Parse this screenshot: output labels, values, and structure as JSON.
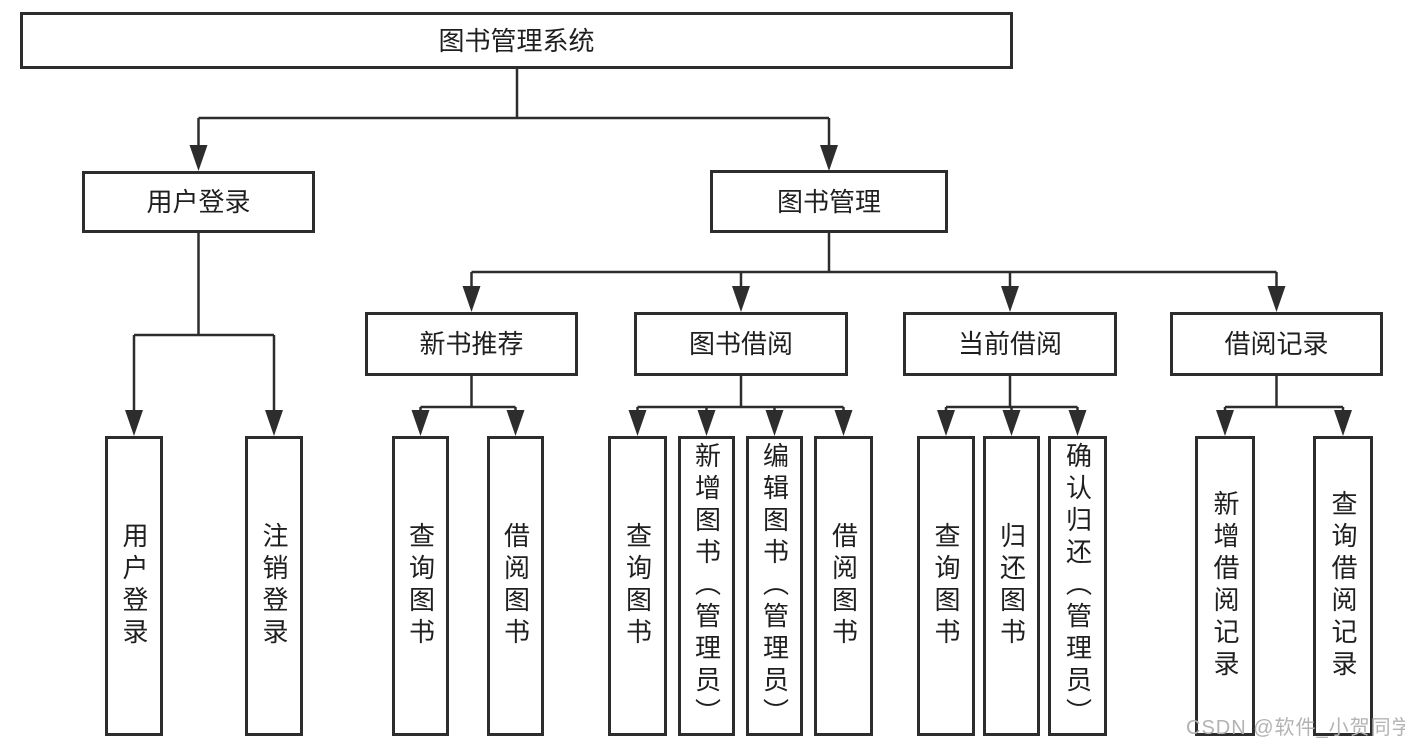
{
  "diagram_title": "图书管理系统",
  "nodes": {
    "root": "图书管理系统",
    "user_login": "用户登录",
    "book_mgmt": "图书管理",
    "new_book_rec": "新书推荐",
    "book_borrow": "图书借阅",
    "current_borrow": "当前借阅",
    "borrow_records": "借阅记录",
    "leaf_user_login": "用户登录",
    "leaf_logout": "注销登录",
    "leaf_nbr_query": "查询图书",
    "leaf_nbr_borrow": "借阅图书",
    "leaf_bb_query": "查询图书",
    "leaf_bb_add": "新增图书（管理员）",
    "leaf_bb_edit": "编辑图书（管理员）",
    "leaf_bb_borrow": "借阅图书",
    "leaf_cb_query": "查询图书",
    "leaf_cb_return": "归还图书",
    "leaf_cb_confirm": "确认归还（管理员）",
    "leaf_br_add": "新增借阅记录",
    "leaf_br_query": "查询借阅记录"
  },
  "hierarchy": {
    "图书管理系统": {
      "用户登录": [
        "用户登录",
        "注销登录"
      ],
      "图书管理": {
        "新书推荐": [
          "查询图书",
          "借阅图书"
        ],
        "图书借阅": [
          "查询图书",
          "新增图书（管理员）",
          "编辑图书（管理员）",
          "借阅图书"
        ],
        "当前借阅": [
          "查询图书",
          "归还图书",
          "确认归还（管理员）"
        ],
        "借阅记录": [
          "新增借阅记录",
          "查询借阅记录"
        ]
      }
    }
  },
  "watermark": {
    "text": "CSDN @软件_小贺同学"
  },
  "colors": {
    "line": "#2d2d2d",
    "box_border": "#2d2d2d",
    "box_fill": "#ffffff",
    "text": "#1f1f1f",
    "background": "#ffffff",
    "watermark_text": "#b3b3b3"
  }
}
